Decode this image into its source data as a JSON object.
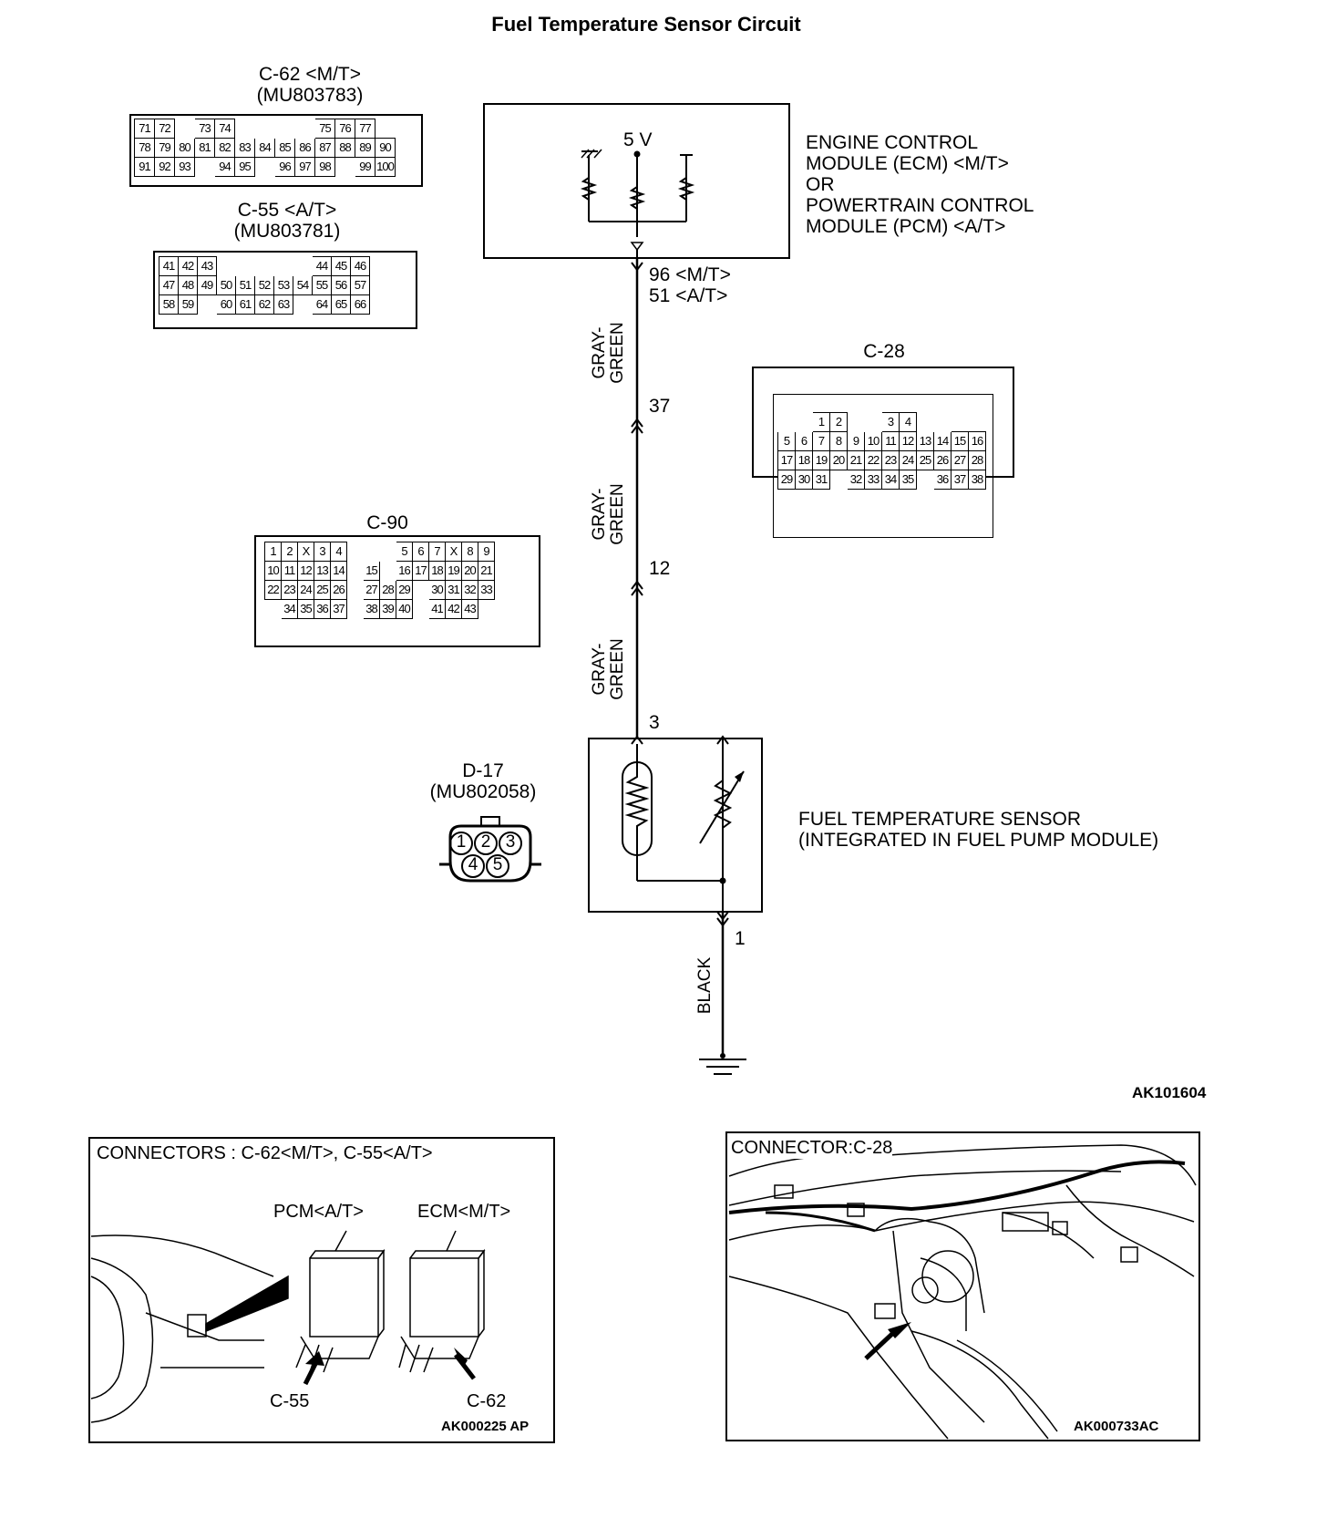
{
  "title": "Fuel Temperature Sensor Circuit",
  "c62": {
    "name": "C-62 <M/T>",
    "part": "(MU803783)",
    "rows": [
      [
        "71",
        "72",
        "",
        "73",
        "74",
        "",
        "",
        "",
        "",
        "75",
        "76",
        "77"
      ],
      [
        "78",
        "79",
        "80",
        "81",
        "82",
        "83",
        "84",
        "85",
        "86",
        "87",
        "88",
        "89",
        "90"
      ],
      [
        "91",
        "92",
        "93",
        "",
        "94",
        "95",
        "",
        "96",
        "97",
        "98",
        "",
        "99",
        "100"
      ]
    ]
  },
  "c55": {
    "name": "C-55 <A/T>",
    "part": "(MU803781)",
    "rows": [
      [
        "41",
        "42",
        "43",
        "",
        "",
        "",
        "",
        "",
        "44",
        "45",
        "46"
      ],
      [
        "47",
        "48",
        "49",
        "50",
        "51",
        "52",
        "53",
        "54",
        "55",
        "56",
        "57"
      ],
      [
        "58",
        "59",
        "",
        "60",
        "61",
        "62",
        "63",
        "",
        "64",
        "65",
        "66"
      ]
    ]
  },
  "c90": {
    "name": "C-90",
    "rows": [
      [
        "1",
        "2",
        "X",
        "3",
        "4",
        "",
        "",
        "",
        "5",
        "6",
        "7",
        "X",
        "8",
        "9"
      ],
      [
        "10",
        "11",
        "12",
        "13",
        "14",
        "",
        "15",
        "",
        "16",
        "17",
        "18",
        "19",
        "20",
        "21"
      ],
      [
        "22",
        "23",
        "24",
        "25",
        "26",
        "",
        "27",
        "28",
        "29",
        "",
        "30",
        "31",
        "32",
        "33"
      ],
      [
        "",
        "34",
        "35",
        "36",
        "37",
        "",
        "38",
        "39",
        "40",
        "",
        "41",
        "42",
        "43",
        ""
      ]
    ]
  },
  "c28": {
    "name": "C-28",
    "rows": [
      [
        "",
        "",
        "1",
        "2",
        "",
        "",
        "3",
        "4",
        "",
        ""
      ],
      [
        "5",
        "6",
        "7",
        "8",
        "9",
        "10",
        "11",
        "12",
        "13",
        "14",
        "15",
        "16"
      ],
      [
        "17",
        "18",
        "19",
        "20",
        "21",
        "22",
        "23",
        "24",
        "25",
        "26",
        "27",
        "28"
      ],
      [
        "29",
        "30",
        "31",
        "",
        "32",
        "33",
        "34",
        "35",
        "",
        "36",
        "37",
        "38"
      ]
    ]
  },
  "d17": {
    "name": "D-17",
    "part": "(MU802058)",
    "pins": [
      "1",
      "2",
      "3",
      "4",
      "5"
    ]
  },
  "ecm": {
    "voltage": "5 V",
    "lines": [
      "ENGINE CONTROL",
      "MODULE (ECM) <M/T>",
      "OR",
      "POWERTRAIN CONTROL",
      "MODULE (PCM) <A/T>"
    ]
  },
  "wire": {
    "pin_mt": "96 <M/T>",
    "pin_at": "51 <A/T>",
    "color_1": "GRAY-",
    "color_2": "GREEN",
    "pin_37": "37",
    "pin_12": "12",
    "pin_3": "3",
    "pin_1": "1",
    "ground_color": "BLACK"
  },
  "sensor": {
    "line1": "FUEL TEMPERATURE SENSOR",
    "line2": "(INTEGRATED IN FUEL PUMP MODULE)"
  },
  "figure_code": "AK101604",
  "panel_left": {
    "caption": "CONNECTORS : C-62<M/T>, C-55<A/T>",
    "pcm_label": "PCM<A/T>",
    "ecm_label": "ECM<M/T>",
    "c55_label": "C-55",
    "c62_label": "C-62",
    "code": "AK000225 AP"
  },
  "panel_right": {
    "caption": "CONNECTOR:C-28",
    "code": "AK000733AC"
  }
}
